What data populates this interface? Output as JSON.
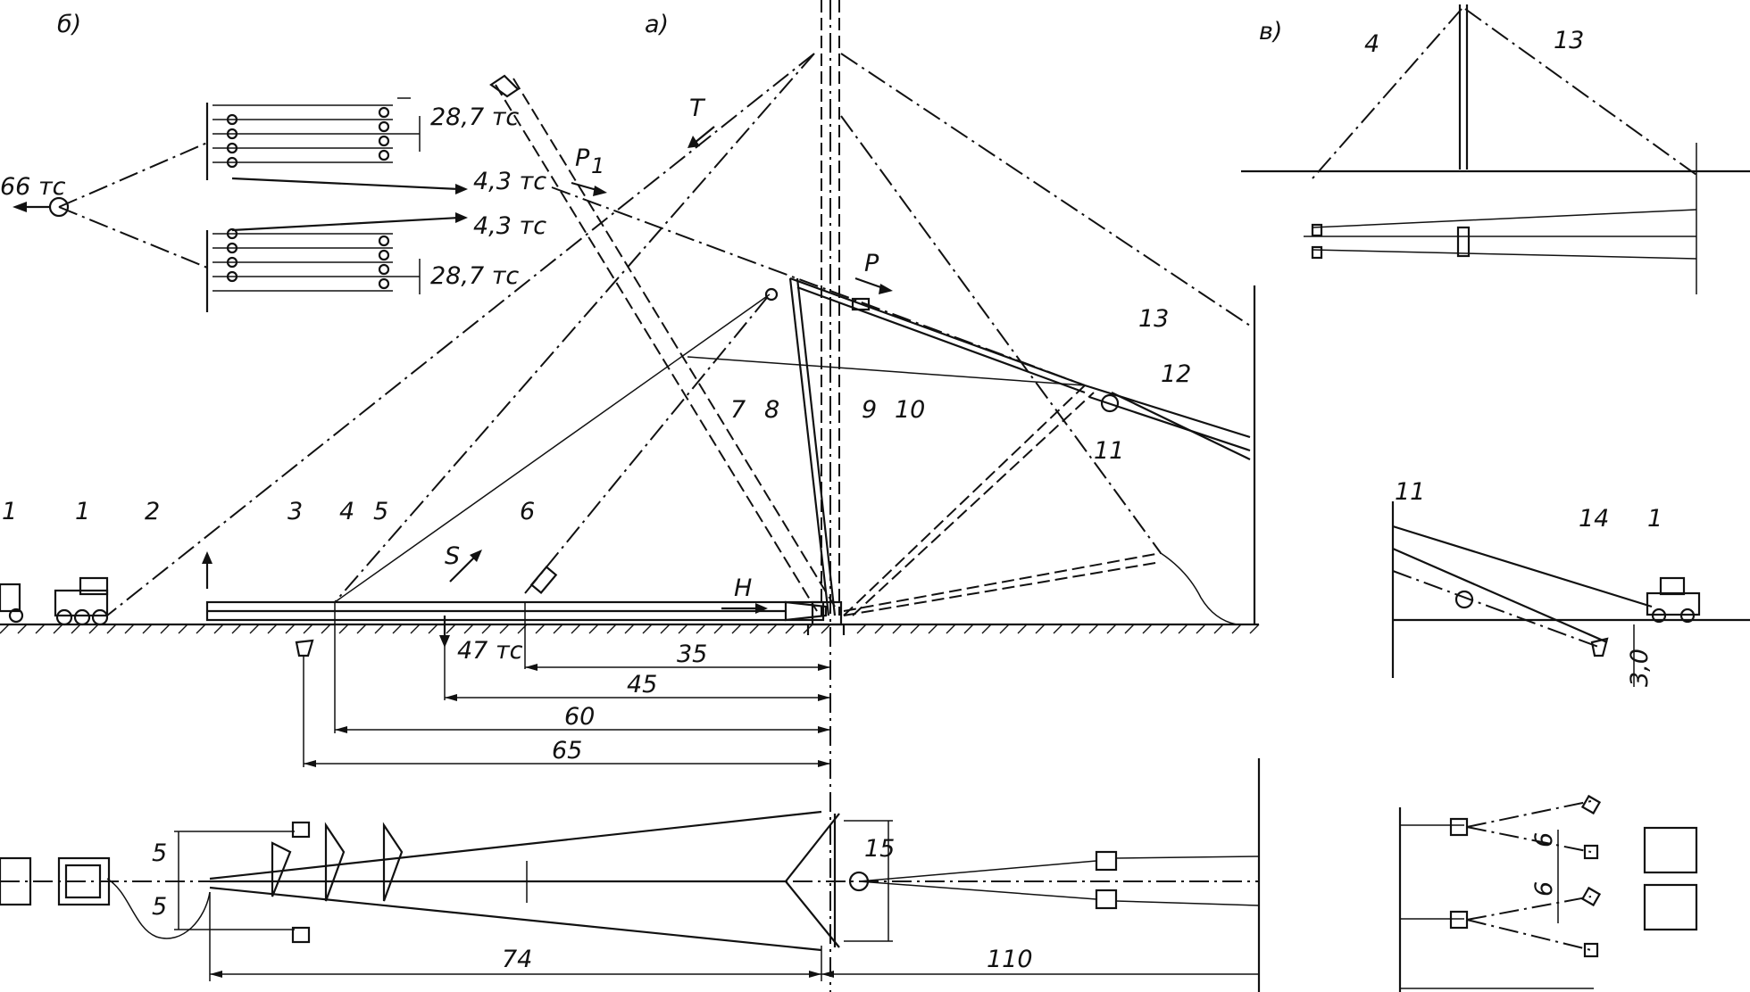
{
  "views": {
    "a": "а)",
    "b": "б)",
    "v": "в)"
  },
  "callouts": [
    "1",
    "1",
    "2",
    "3",
    "4",
    "5",
    "6",
    "7",
    "8",
    "9",
    "10",
    "11",
    "12",
    "13"
  ],
  "callouts_v": {
    "c4": "4",
    "c13": "13"
  },
  "callouts_detail": {
    "c11": "11",
    "c14": "14",
    "c1": "1"
  },
  "forces": {
    "T": "T",
    "P1": "P",
    "P1_sub": "1",
    "P": "P",
    "S": "S",
    "H": "H",
    "load47": "47 тс"
  },
  "tackle": {
    "total": "66 тс",
    "top_anchor": "28,7 тс",
    "top_line": "4,3 тс",
    "bottom_line": "4,3 тс",
    "bottom_anchor": "28,7 тс"
  },
  "dims_elevation": {
    "d35": "35",
    "d45": "45",
    "d60": "60",
    "d65": "65"
  },
  "dims_plan": {
    "d5a": "5",
    "d5b": "5",
    "d15": "15",
    "d74": "74",
    "d110": "110"
  },
  "dims_detail": {
    "d30": "3,0",
    "d6a": "6",
    "d6b": "6"
  }
}
